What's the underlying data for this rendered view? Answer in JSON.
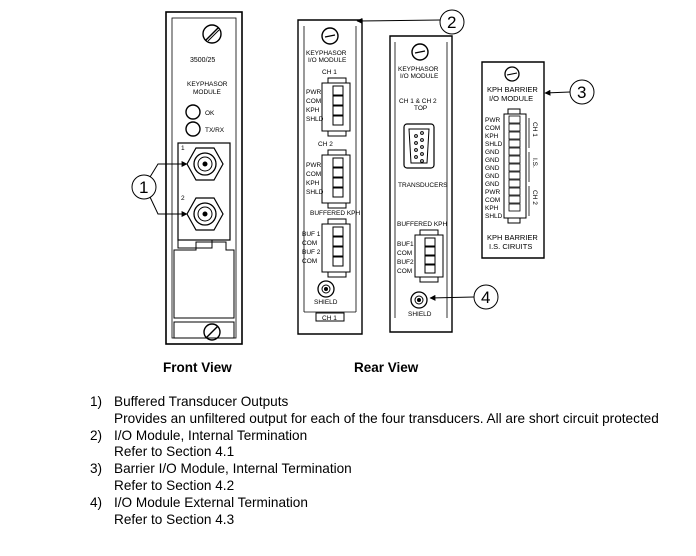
{
  "figure": {
    "front_module": {
      "model": "3500/25",
      "name_line1": "KEYPHASOR",
      "name_line2": "MODULE",
      "led_ok": "OK",
      "led_txrx": "TX/RX",
      "bnc1": "1",
      "bnc2": "2"
    },
    "io_module": {
      "title_line1": "KEYPHASOR",
      "title_line2": "I/O MODULE",
      "ch1": "CH 1",
      "ch2": "CH 2",
      "pins": [
        "PWR",
        "COM",
        "KPH",
        "SHLD"
      ],
      "buffered_label": "BUFFERED KPH",
      "buf_pins": [
        "BUF 1",
        "COM",
        "BUF 2",
        "COM"
      ],
      "shield": "SHIELD",
      "bottom_tab": "CH 1"
    },
    "ext_module": {
      "title_line1": "KEYPHASOR",
      "title_line2": "I/O MODULE",
      "ch_label_line1": "CH 1 & CH 2",
      "ch_label_line2": "TOP",
      "transducers": "TRANSDUCERS",
      "buffered_label": "BUFFERED KPH",
      "buf_pins": [
        "BUF1",
        "COM",
        "BUF2",
        "COM"
      ],
      "shield": "SHIELD"
    },
    "barrier_module": {
      "title_line1": "KPH BARRIER",
      "title_line2": "I/O MODULE",
      "pins": [
        "PWR",
        "COM",
        "KPH",
        "SHLD",
        "GND",
        "GND",
        "GND",
        "GND",
        "GND",
        "PWR",
        "COM",
        "KPH",
        "SHLD"
      ],
      "side_ch1": "CH 1",
      "side_is": "I.S.",
      "side_ch2": "CH 2",
      "footer_line1": "KPH BARRIER",
      "footer_line2": "I.S. CIRUITS"
    },
    "callouts": [
      "1",
      "2",
      "3",
      "4"
    ],
    "front_view_label": "Front View",
    "rear_view_label": "Rear View"
  },
  "descriptions": [
    {
      "number": "1)",
      "title": "Buffered Transducer Outputs",
      "detail": "Provides an unfiltered output for each of the four transducers. All are short circuit protected"
    },
    {
      "number": "2)",
      "title": "I/O Module, Internal Termination",
      "detail": "Refer to Section 4.1"
    },
    {
      "number": "3)",
      "title": "Barrier I/O Module, Internal Termination",
      "detail": "Refer to Section 4.2"
    },
    {
      "number": "4)",
      "title": "I/O Module External Termination",
      "detail": "Refer to Section 4.3"
    }
  ]
}
